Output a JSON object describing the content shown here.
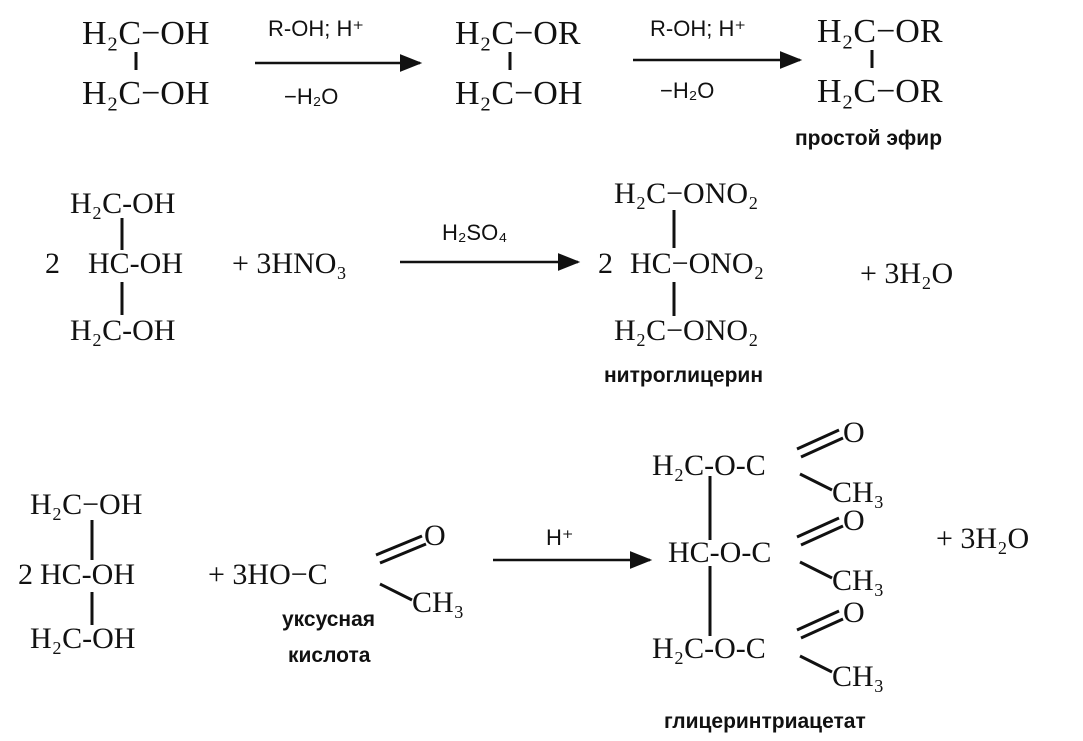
{
  "reaction1": {
    "reactant": {
      "top": "H₂C−OH",
      "bottom": "H₂C−OH"
    },
    "step1": {
      "above": "R-OH; H⁺",
      "below": "−H₂O"
    },
    "intermediate": {
      "top": "H₂C−OR",
      "bottom": "H₂C−OH"
    },
    "step2": {
      "above": "R-OH; H⁺",
      "below": "−H₂O"
    },
    "product": {
      "top": "H₂C−OR",
      "bottom": "H₂C−OR",
      "name": "простой эфир"
    }
  },
  "reaction2": {
    "coefficient": "2",
    "reactant": {
      "top": "H₂C-OH",
      "middle": "HC-OH",
      "bottom": "H₂C-OH"
    },
    "plus_reagent": "+ 3HNO₃",
    "catalyst": "H₂SO₄",
    "product_coefficient": "2",
    "product": {
      "top": "H₂C−ONO₂",
      "middle": "HC−ONO₂",
      "bottom": "H₂C−ONO₂",
      "name": "нитроглицерин"
    },
    "byproduct": "+ 3H₂O"
  },
  "reaction3": {
    "coefficient": "2",
    "reactant": {
      "top": "H₂C−OH",
      "middle": "HC-OH",
      "bottom": "H₂C-OH"
    },
    "acid": {
      "prefix": "+ 3HO−C",
      "carbonyl_o": "O",
      "methyl": "CH₃",
      "name_line1": "уксусная",
      "name_line2": "кислота"
    },
    "catalyst": "H⁺",
    "product": {
      "rows": [
        {
          "left": "H₂C-O-C",
          "o": "O",
          "methyl": "CH₃"
        },
        {
          "left": "HC-O-C",
          "o": "O",
          "methyl": "CH₃"
        },
        {
          "left": "H₂C-O-C",
          "o": "O",
          "methyl": "CH₃"
        }
      ],
      "name": "глицеринтриацетат"
    },
    "byproduct": "+ 3H₂O"
  }
}
